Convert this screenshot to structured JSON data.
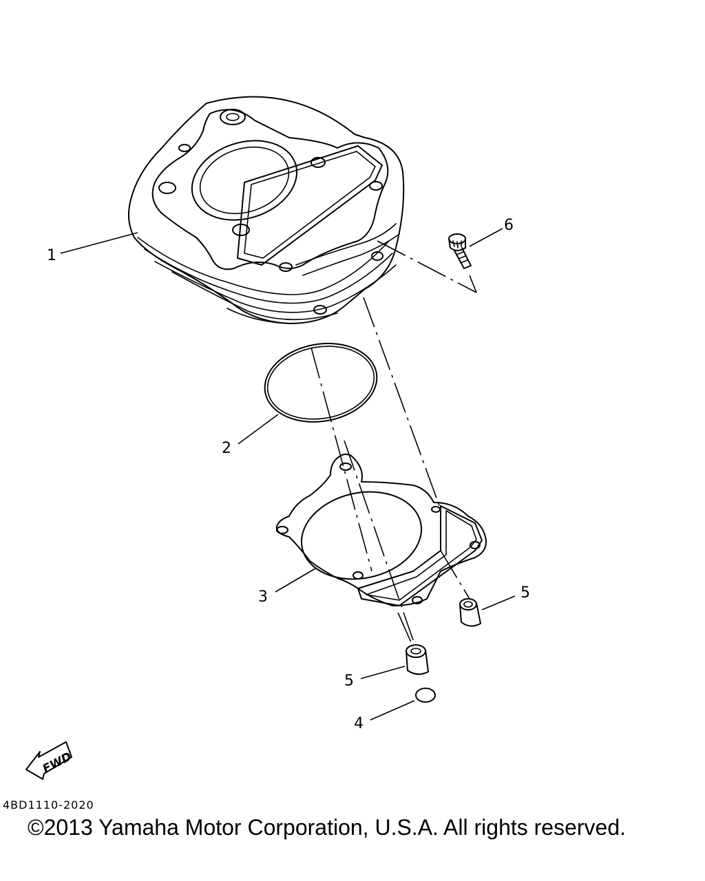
{
  "diagram": {
    "callouts": [
      {
        "id": "1",
        "label": "1",
        "part": "cylinder"
      },
      {
        "id": "2",
        "label": "2",
        "part": "o-ring"
      },
      {
        "id": "3",
        "label": "3",
        "part": "cylinder-gasket"
      },
      {
        "id": "4",
        "label": "4",
        "part": "plug"
      },
      {
        "id": "5a",
        "label": "5",
        "part": "dowel-pin-right"
      },
      {
        "id": "5b",
        "label": "5",
        "part": "dowel-pin-left"
      },
      {
        "id": "6",
        "label": "6",
        "part": "bolt"
      }
    ],
    "fwd_label": "FWD",
    "part_code": "4BD1110-2020"
  },
  "footer": {
    "copyright": "©2013 Yamaha Motor Corporation, U.S.A. All rights reserved."
  }
}
